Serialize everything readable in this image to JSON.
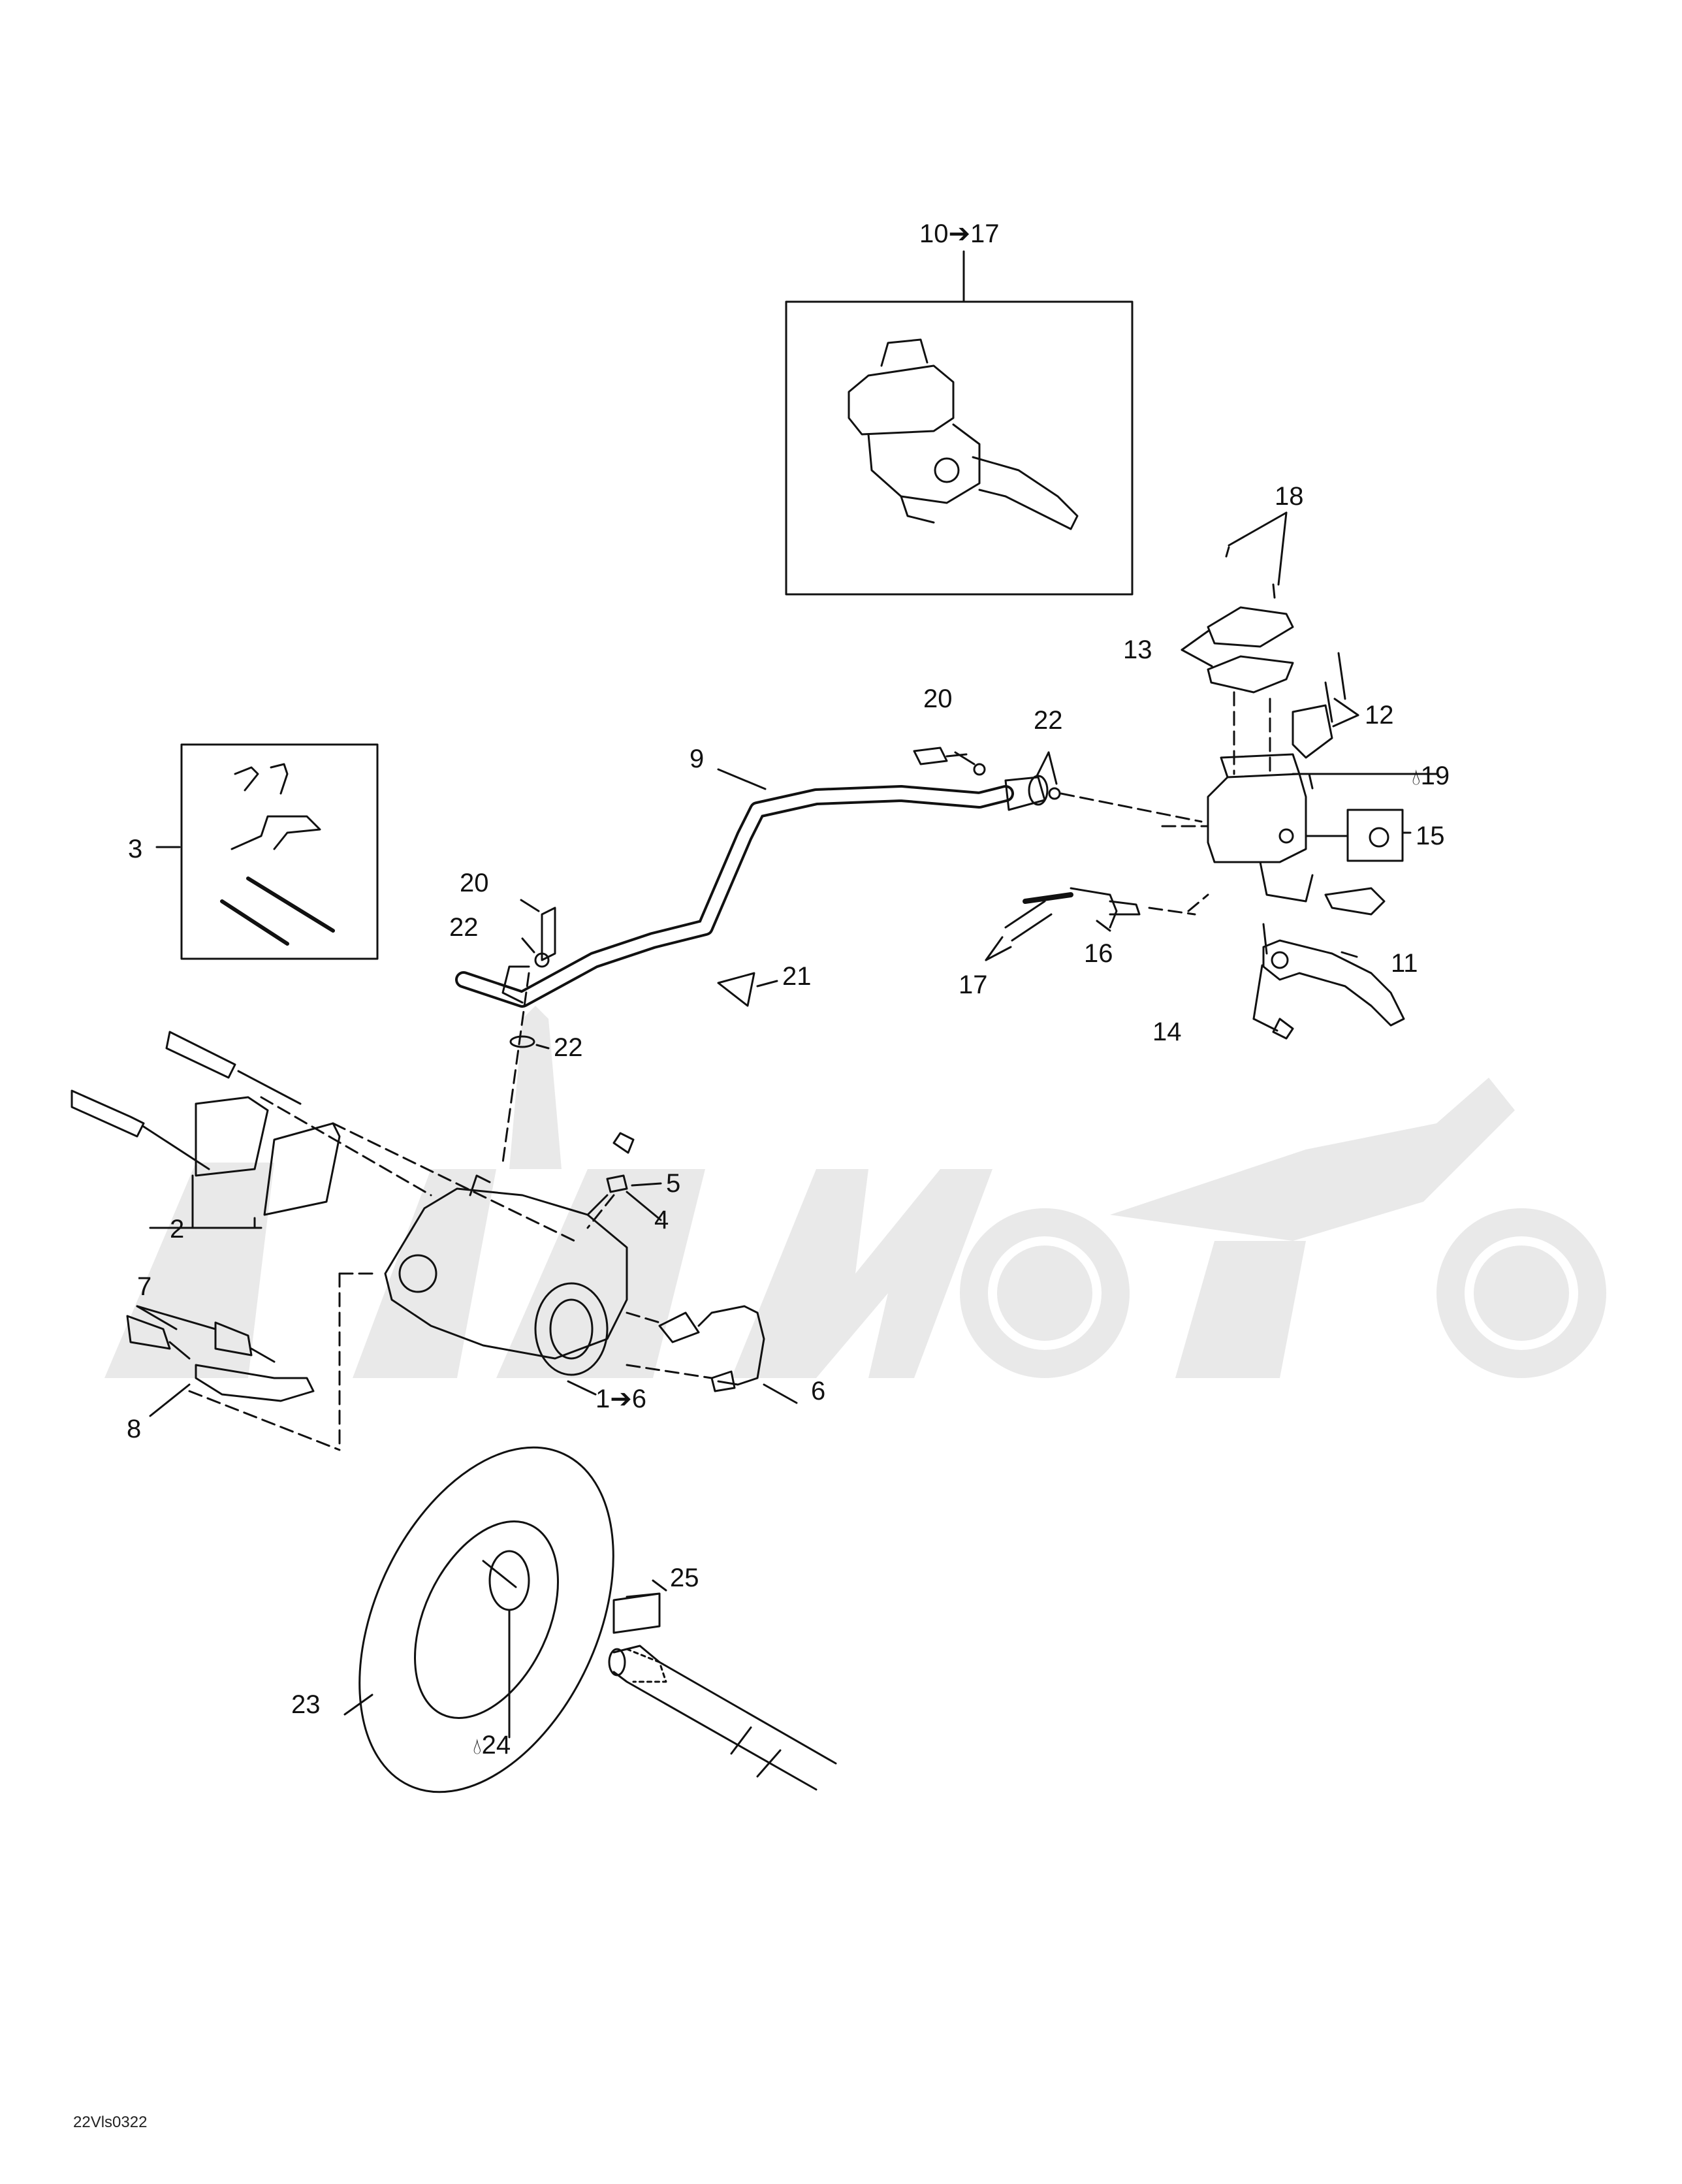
{
  "diagram": {
    "drawing_code": "22Vls0322",
    "callouts": [
      {
        "id": "c-10-17",
        "text": "10➔17"
      },
      {
        "id": "c-18",
        "text": "18"
      },
      {
        "id": "c-13",
        "text": "13"
      },
      {
        "id": "c-12",
        "text": "12"
      },
      {
        "id": "c-20a",
        "text": "20"
      },
      {
        "id": "c-22a",
        "text": "22"
      },
      {
        "id": "c-9",
        "text": "9"
      },
      {
        "id": "c-19",
        "text": "19",
        "icon": "oil-drop-icon"
      },
      {
        "id": "c-15",
        "text": "15"
      },
      {
        "id": "c-3",
        "text": "3"
      },
      {
        "id": "c-20b",
        "text": "20"
      },
      {
        "id": "c-22b",
        "text": "22"
      },
      {
        "id": "c-21",
        "text": "21"
      },
      {
        "id": "c-16",
        "text": "16"
      },
      {
        "id": "c-17",
        "text": "17"
      },
      {
        "id": "c-11",
        "text": "11"
      },
      {
        "id": "c-14",
        "text": "14"
      },
      {
        "id": "c-22c",
        "text": "22"
      },
      {
        "id": "c-5",
        "text": "5"
      },
      {
        "id": "c-4",
        "text": "4"
      },
      {
        "id": "c-2",
        "text": "2"
      },
      {
        "id": "c-7",
        "text": "7"
      },
      {
        "id": "c-8",
        "text": "8"
      },
      {
        "id": "c-1-6",
        "text": "1➔6"
      },
      {
        "id": "c-6",
        "text": "6"
      },
      {
        "id": "c-25",
        "text": "25"
      },
      {
        "id": "c-23",
        "text": "23"
      },
      {
        "id": "c-24",
        "text": "24",
        "icon": "oil-drop-icon"
      }
    ]
  }
}
